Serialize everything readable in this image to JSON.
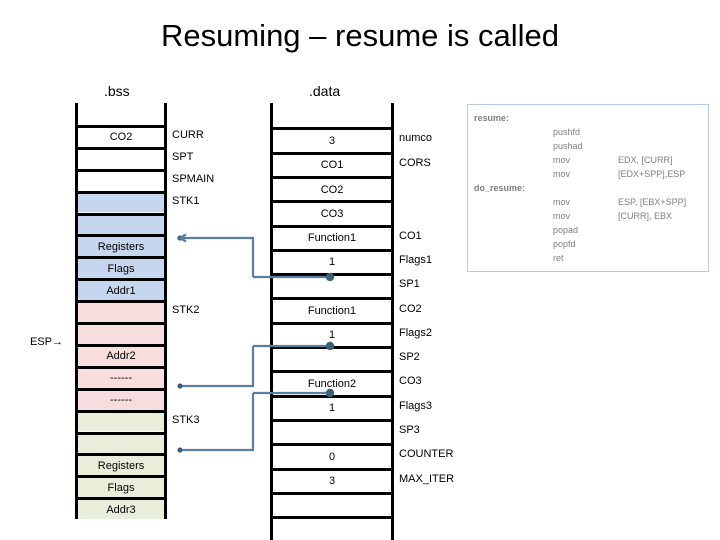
{
  "slide": {
    "title": "Resuming – resume is called",
    "captions": {
      "bss": ".bss",
      "data": ".data"
    },
    "esp_marker": "ESP→",
    "colors": {
      "stack1": "#c6d6ee",
      "stack2": "#f5dedd",
      "stack3": "#e9eedb",
      "connector": "#5b7f9e",
      "code_text": "#808080",
      "code_border": "#b8cce4"
    }
  },
  "bss_column": {
    "rows": [
      {
        "value": "",
        "label": "",
        "fill": "white"
      },
      {
        "value": "CO2",
        "label": "CURR",
        "fill": "white"
      },
      {
        "value": "",
        "label": "SPT",
        "fill": "white"
      },
      {
        "value": "",
        "label": "SPMAIN",
        "fill": "white"
      },
      {
        "value": "",
        "label": "STK1",
        "fill": "blue"
      },
      {
        "value": "",
        "label": "",
        "fill": "blue"
      },
      {
        "value": "Registers",
        "label": "",
        "fill": "blue"
      },
      {
        "value": "Flags",
        "label": "",
        "fill": "blue"
      },
      {
        "value": "Addr1",
        "label": "",
        "fill": "blue"
      },
      {
        "value": "",
        "label": "STK2",
        "fill": "pink"
      },
      {
        "value": "",
        "label": "",
        "fill": "pink"
      },
      {
        "value": "Addr2",
        "label": "",
        "fill": "pink"
      },
      {
        "value": "------",
        "label": "",
        "fill": "pink"
      },
      {
        "value": "------",
        "label": "",
        "fill": "pink"
      },
      {
        "value": "",
        "label": "STK3",
        "fill": "green"
      },
      {
        "value": "",
        "label": "",
        "fill": "green"
      },
      {
        "value": "Registers",
        "label": "",
        "fill": "green"
      },
      {
        "value": "Flags",
        "label": "",
        "fill": "green"
      },
      {
        "value": "Addr3",
        "label": "",
        "fill": "green"
      }
    ]
  },
  "data_column": {
    "rows": [
      {
        "value": "",
        "label": ""
      },
      {
        "value": "3",
        "label": "numco"
      },
      {
        "value": "CO1",
        "label": "CORS"
      },
      {
        "value": "CO2",
        "label": ""
      },
      {
        "value": "CO3",
        "label": ""
      },
      {
        "value": "Function1",
        "label": "CO1"
      },
      {
        "value": "1",
        "label": "Flags1"
      },
      {
        "value": "",
        "label": "SP1"
      },
      {
        "value": "Function1",
        "label": "CO2"
      },
      {
        "value": "1",
        "label": "Flags2"
      },
      {
        "value": "",
        "label": "SP2"
      },
      {
        "value": "Function2",
        "label": "CO3"
      },
      {
        "value": "1",
        "label": "Flags3"
      },
      {
        "value": "",
        "label": "SP3"
      },
      {
        "value": "0",
        "label": "COUNTER"
      },
      {
        "value": "3",
        "label": "MAX_ITER"
      },
      {
        "value": "",
        "label": ""
      },
      {
        "value": "",
        "label": ""
      }
    ]
  },
  "code_box": {
    "lines": [
      {
        "label": "resume:",
        "op": "",
        "arg": ""
      },
      {
        "label": "",
        "op": "pushfd",
        "arg": ""
      },
      {
        "label": "",
        "op": "pushad",
        "arg": ""
      },
      {
        "label": "",
        "op": "mov",
        "arg": "EDX, [CURR]"
      },
      {
        "label": "",
        "op": "mov",
        "arg": "[EDX+SPP],ESP"
      },
      {
        "label": "do_resume:",
        "op": "",
        "arg": ""
      },
      {
        "label": "",
        "op": "mov",
        "arg": "ESP, [EBX+SPP]"
      },
      {
        "label": "",
        "op": "mov",
        "arg": "[CURR], EBX"
      },
      {
        "label": "",
        "op": "popad",
        "arg": ""
      },
      {
        "label": "",
        "op": "popfd",
        "arg": ""
      },
      {
        "label": "",
        "op": "ret",
        "arg": ""
      }
    ]
  }
}
